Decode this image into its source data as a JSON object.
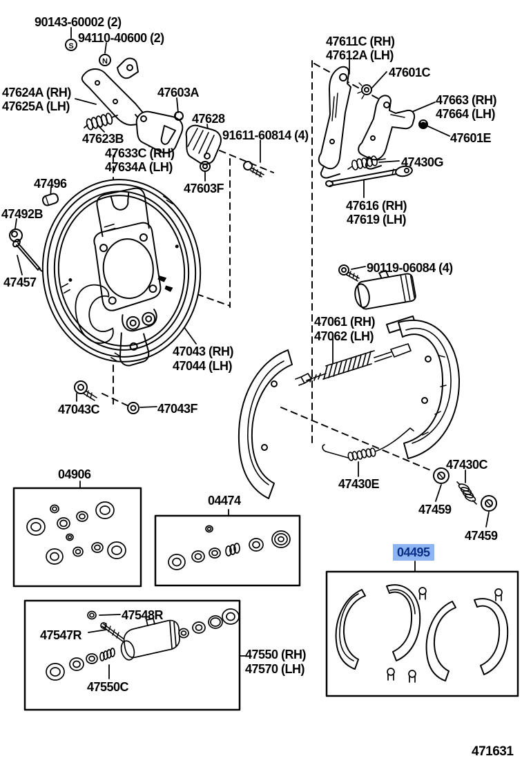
{
  "figure_number": "471631",
  "colors": {
    "ink": "#000000",
    "paper": "#FFFFFF",
    "highlight_bg": "#8CB5F1",
    "highlight_fg": "#0A2E86"
  },
  "symbols": {
    "s": "S",
    "n": "N"
  },
  "labels": {
    "n90143": "90143-60002 (2)",
    "n94110": "94110-40600 (2)",
    "p47624a": "47624A (RH)",
    "p47625a": "47625A (LH)",
    "p47603a": "47603A",
    "p47628": "47628",
    "n91611": "91611-60814 (4)",
    "p47623b": "47623B",
    "p47633c": "47633C (RH)",
    "p47634a": "47634A (LH)",
    "p47496": "47496",
    "p47492b": "47492B",
    "p47603f": "47603F",
    "p47457": "47457",
    "p47611c": "47611C (RH)",
    "p47612a": "47612A (LH)",
    "p47601c": "47601C",
    "p47663": "47663 (RH)",
    "p47664": "47664 (LH)",
    "p47601e": "47601E",
    "p47430g": "47430G",
    "p47616": "47616 (RH)",
    "p47619": "47619 (LH)",
    "n90119": "90119-06084 (4)",
    "p47061": "47061 (RH)",
    "p47062": "47062 (LH)",
    "p47043": "47043 (RH)",
    "p47044": "47044 (LH)",
    "p47043c": "47043C",
    "p47043f": "47043F",
    "k04906": "04906",
    "k04474": "04474",
    "p47430e": "47430E",
    "p47430c": "47430C",
    "p47459a": "47459",
    "p47459b": "47459",
    "k04495": "04495",
    "p47548r": "47548R",
    "p47547r": "47547R",
    "p47550c": "47550C",
    "p47550": "47550 (RH)",
    "p47570": "47570 (LH)"
  }
}
